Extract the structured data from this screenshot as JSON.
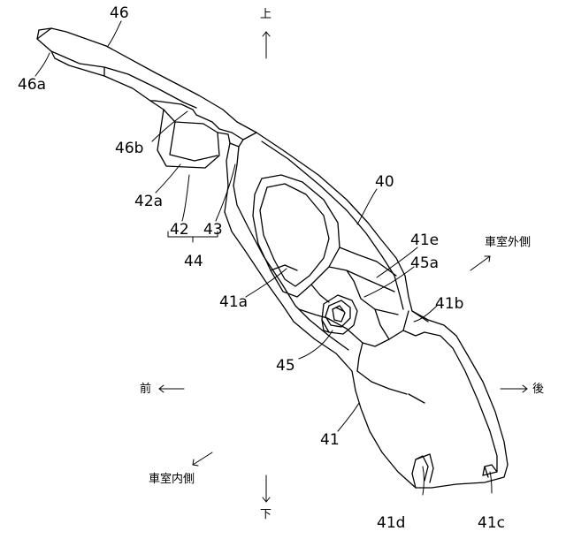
{
  "labels": {
    "p46": "46",
    "p46a": "46a",
    "p46b": "46b",
    "p42a": "42a",
    "p42": "42",
    "p43": "43",
    "p44": "44",
    "p40": "40",
    "p41e": "41e",
    "p45a": "45a",
    "p41a": "41a",
    "p41b": "41b",
    "p45": "45",
    "p41": "41",
    "p41d": "41d",
    "p41c": "41c"
  },
  "directions": {
    "up": "上",
    "down": "下",
    "front": "前",
    "rear": "後",
    "outer": "車室外側",
    "inner": "車室内側"
  },
  "colors": {
    "line": "#000000",
    "background": "#ffffff"
  }
}
